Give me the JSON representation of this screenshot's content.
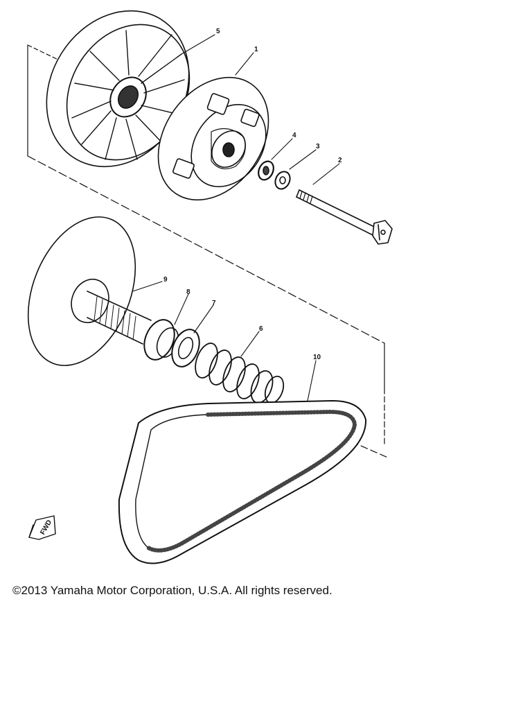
{
  "callouts": {
    "c1": "1",
    "c2": "2",
    "c3": "3",
    "c4": "4",
    "c5": "5",
    "c6": "6",
    "c7": "7",
    "c8": "8",
    "c9": "9",
    "c10": "10"
  },
  "fwd_label": "FWD",
  "copyright": "©2013 Yamaha Motor Corporation, U.S.A. All rights reserved."
}
